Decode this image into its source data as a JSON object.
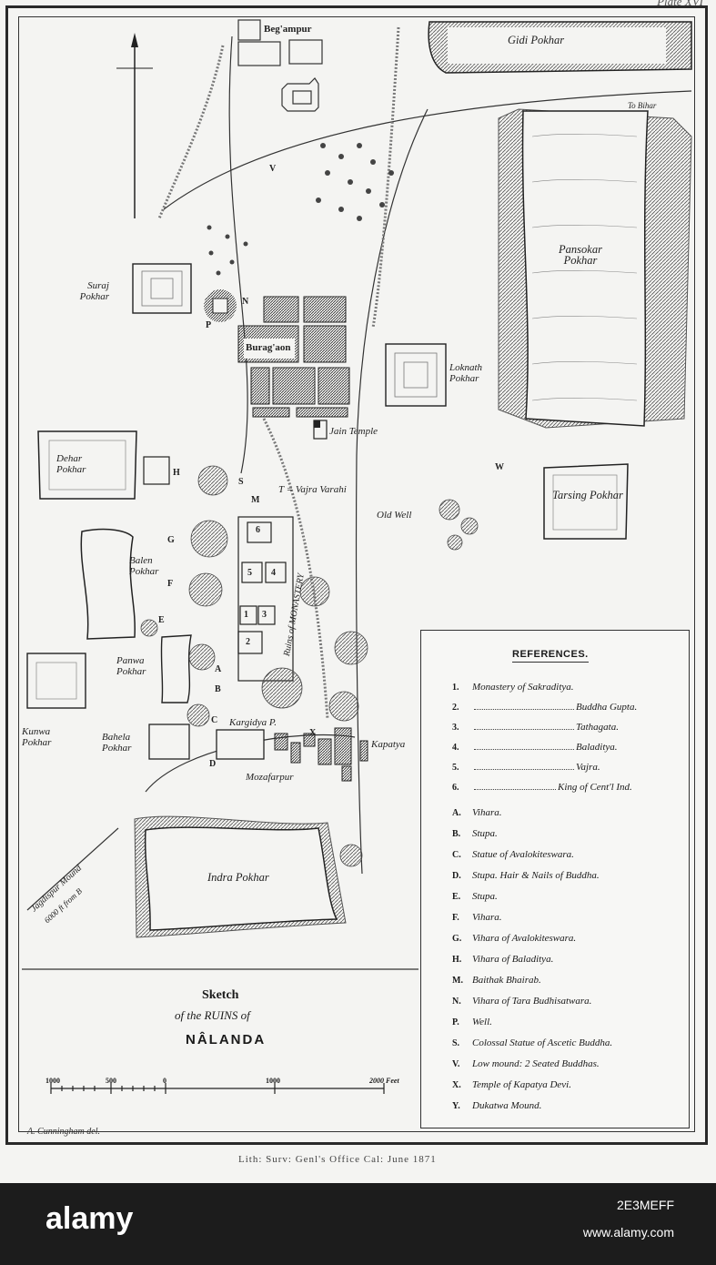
{
  "map": {
    "plate": "Plate XVI",
    "villages": [
      "Beg'ampur",
      "Burag'aon",
      "Mozafarpur"
    ],
    "tanks": [
      {
        "name": "Gidi Pokhar"
      },
      {
        "name": "Pansokar Pokhar"
      },
      {
        "name": "Suraj Pokhar"
      },
      {
        "name": "Loknath Pokhar"
      },
      {
        "name": "Dehar Pokhar"
      },
      {
        "name": "Tarsing Pokhar"
      },
      {
        "name": "Balen Pokhar"
      },
      {
        "name": "Panwa Pokhar"
      },
      {
        "name": "Kunwa Pokhar"
      },
      {
        "name": "Bahela Pokhar"
      },
      {
        "name": "Kargidya P."
      },
      {
        "name": "Indra Pokhar"
      }
    ],
    "sites": {
      "jain_temple": "Jain Temple",
      "vajra_varahi": "T = Vajra Varahi",
      "old_well": "Old Well",
      "ruins": "Ruins of MONASTERY",
      "kapatya": "Kapatya",
      "to_bihar": "To Bihar",
      "jagdispur": "Jagdispur Mound",
      "jagdispur_dist": "6000 ft from B"
    },
    "letters": [
      "V",
      "N",
      "P",
      "H",
      "S",
      "M",
      "W",
      "G",
      "F",
      "E",
      "A",
      "B",
      "C",
      "D",
      "X"
    ],
    "numbered": [
      "1",
      "2",
      "3",
      "4",
      "5",
      "6"
    ]
  },
  "references": {
    "title": "REFERENCES.",
    "numbered": [
      {
        "key": "1.",
        "text": "Monastery of Sakraditya."
      },
      {
        "key": "2.",
        "text": "Buddha Gupta."
      },
      {
        "key": "3.",
        "text": "Tathagata."
      },
      {
        "key": "4.",
        "text": "Baladitya."
      },
      {
        "key": "5.",
        "text": "Vajra."
      },
      {
        "key": "6.",
        "text": "King of Cent'l Ind."
      }
    ],
    "lettered": [
      {
        "key": "A.",
        "text": "Vihara."
      },
      {
        "key": "B.",
        "text": "Stupa."
      },
      {
        "key": "C.",
        "text": "Statue of Avalokiteswara."
      },
      {
        "key": "D.",
        "text": "Stupa. Hair & Nails of Buddha."
      },
      {
        "key": "E.",
        "text": "Stupa."
      },
      {
        "key": "F.",
        "text": "Vihara."
      },
      {
        "key": "G.",
        "text": "Vihara of Avalokiteswara."
      },
      {
        "key": "H.",
        "text": "Vihara of Baladitya."
      },
      {
        "key": "M.",
        "text": "Baithak Bhairab."
      },
      {
        "key": "N.",
        "text": "Vihara of Tara Budhisatwara."
      },
      {
        "key": "P.",
        "text": "Well."
      },
      {
        "key": "S.",
        "text": "Colossal Statue of Ascetic Buddha."
      },
      {
        "key": "V.",
        "text": "Low mound: 2 Seated Buddhas."
      },
      {
        "key": "X.",
        "text": "Temple of Kapatya Devi."
      },
      {
        "key": "Y.",
        "text": "Dukatwa Mound."
      }
    ]
  },
  "title_block": {
    "sketch": "Sketch",
    "of_the_ruins": "of the RUINS of",
    "name": "NÂLANDA",
    "scale_labels": [
      "1000",
      "500",
      "0",
      "1000",
      "2000 Feet"
    ],
    "delineator": "A. Cunningham del.",
    "imprint": "Lith: Surv: Genl's Office Cal: June 1871"
  },
  "watermark": {
    "logo": "alamy",
    "image_id": "2E3MEFF",
    "url": "www.alamy.com"
  }
}
